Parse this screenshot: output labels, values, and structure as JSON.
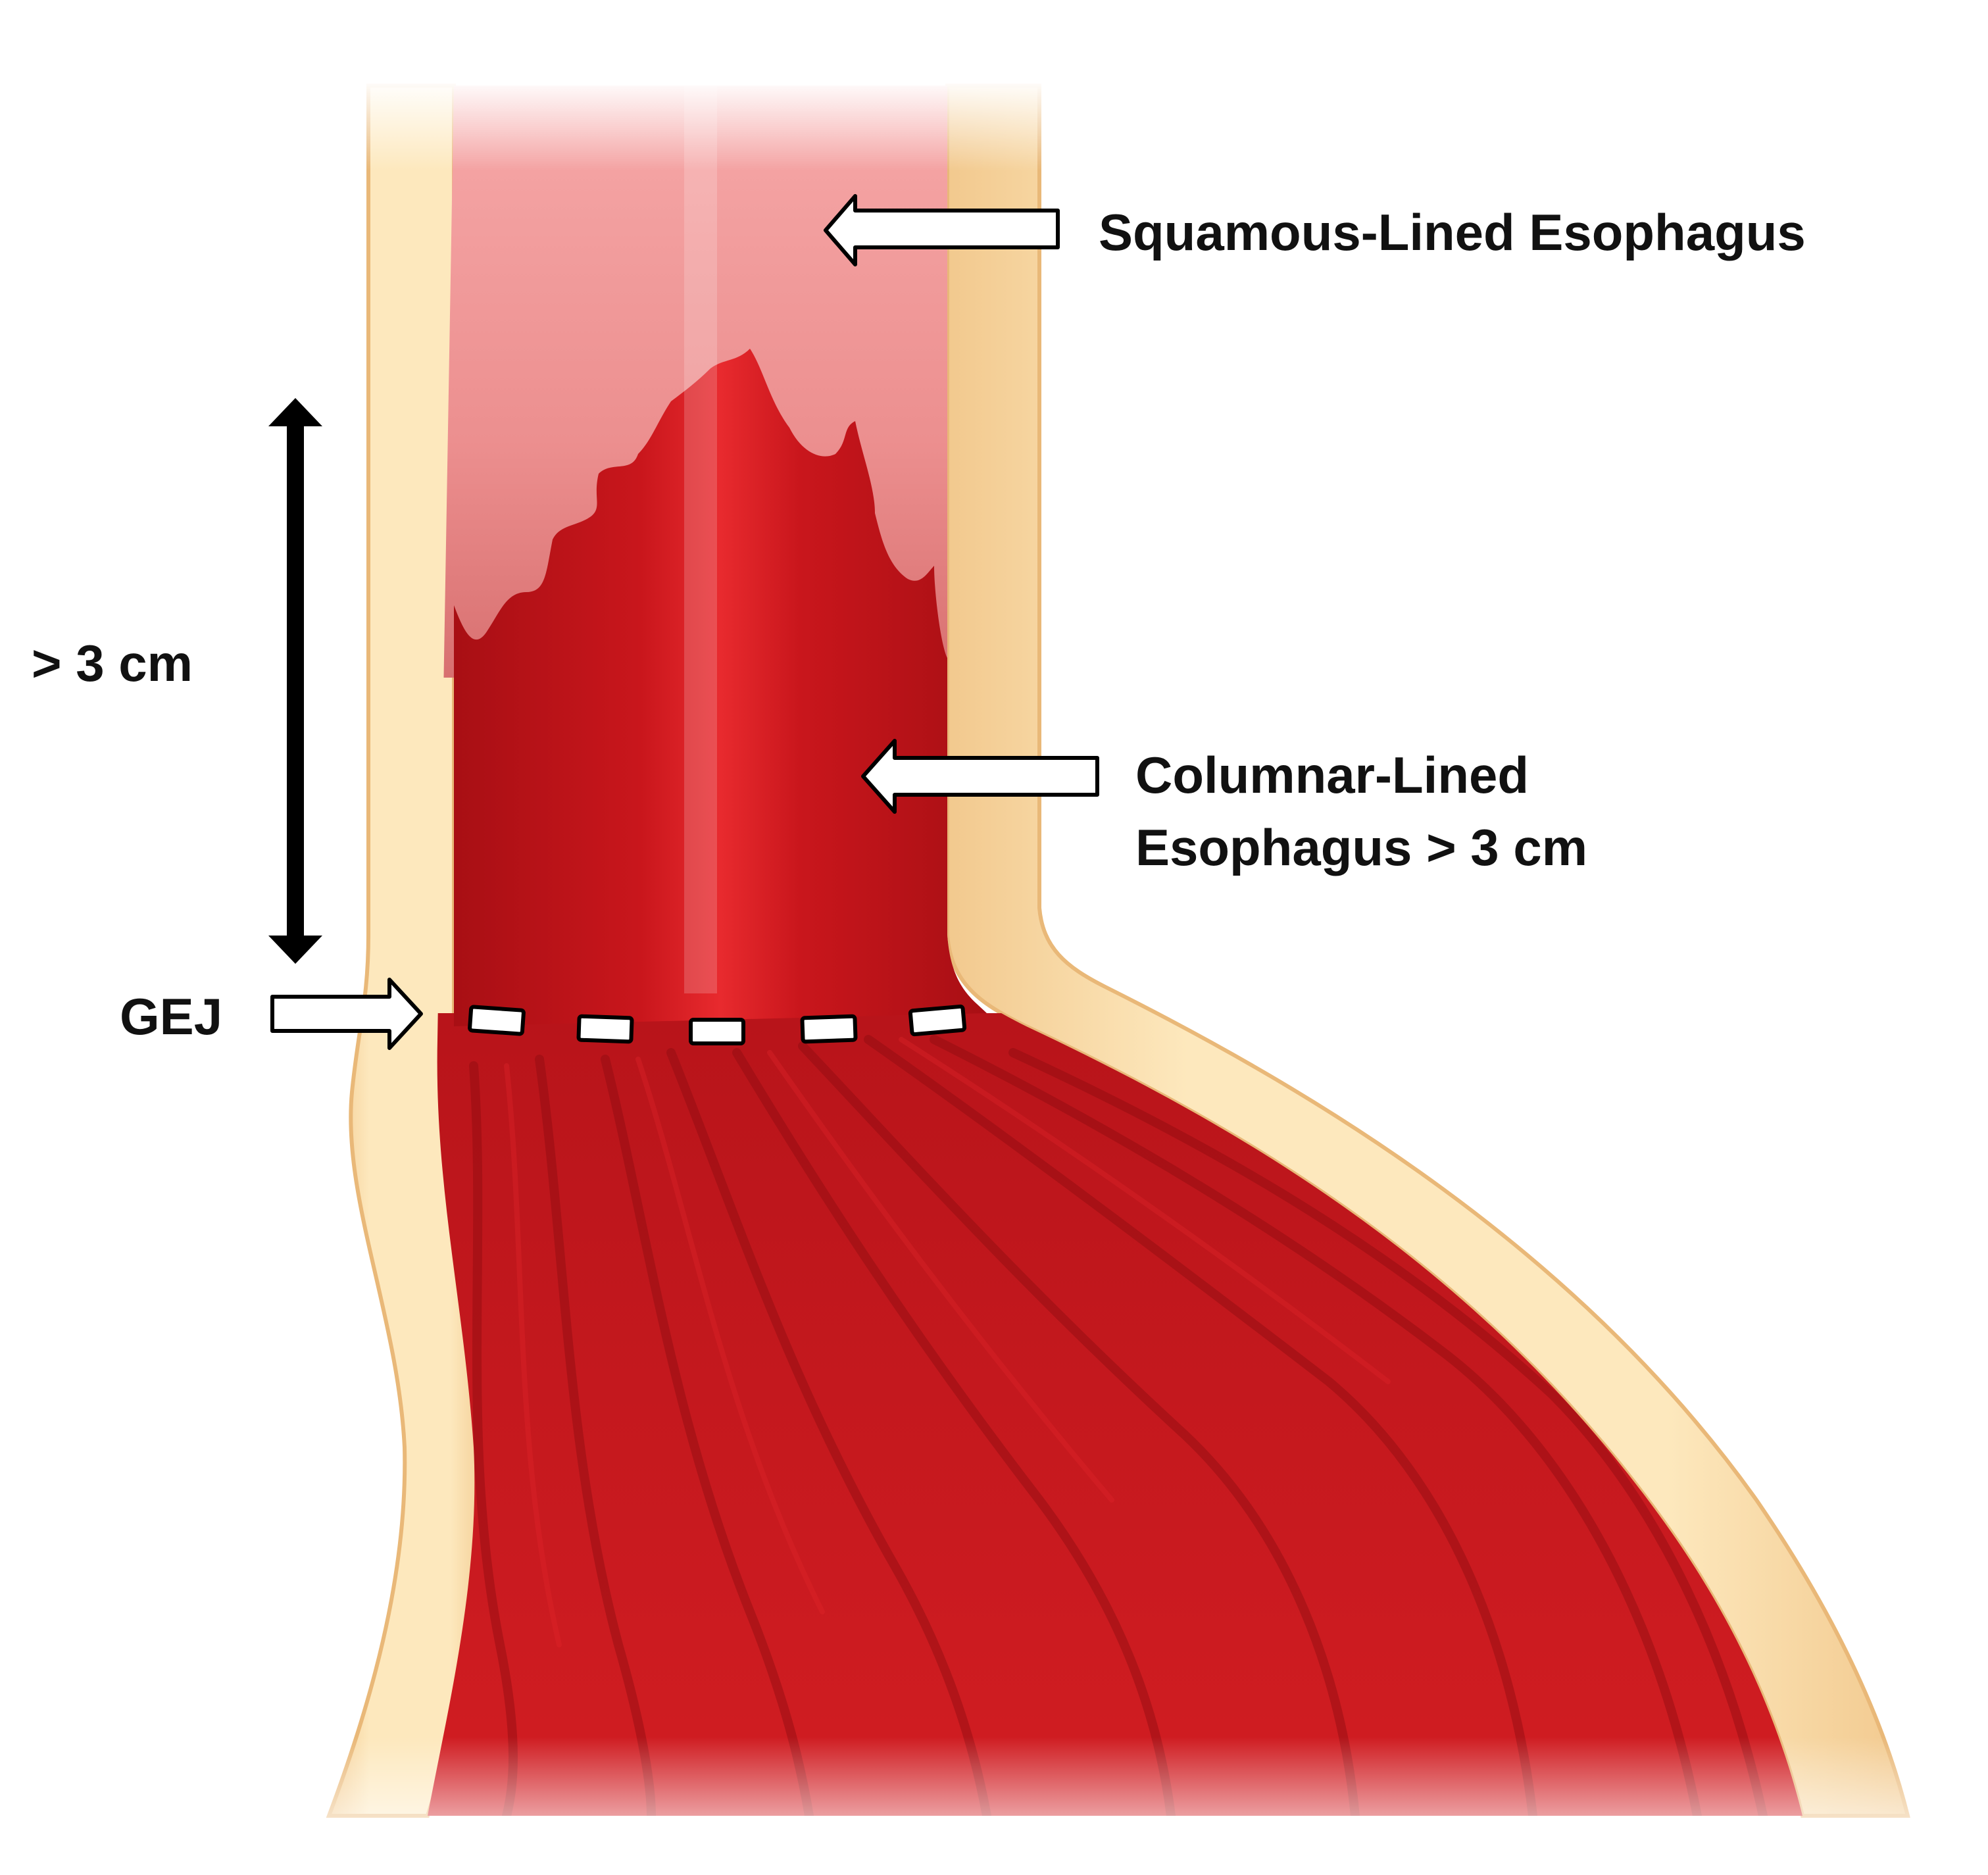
{
  "labels": {
    "squamous": "Squamous-Lined Esophagus",
    "columnar_line1": "Columnar-Lined",
    "columnar_line2": "Esophagus > 3 cm",
    "length": "> 3 cm",
    "gej": "GEJ"
  },
  "colors": {
    "wall": "#fde3b0",
    "wall_edge": "#e8b47a",
    "squamous_mucosa": "#f3a4a4",
    "columnar_mucosa": "#c4161c",
    "gastric_mucosa": "#c8181c",
    "highlight": "#ff4545",
    "arrow_fill": "#ffffff",
    "arrow_stroke": "#000000",
    "text": "#111111"
  }
}
